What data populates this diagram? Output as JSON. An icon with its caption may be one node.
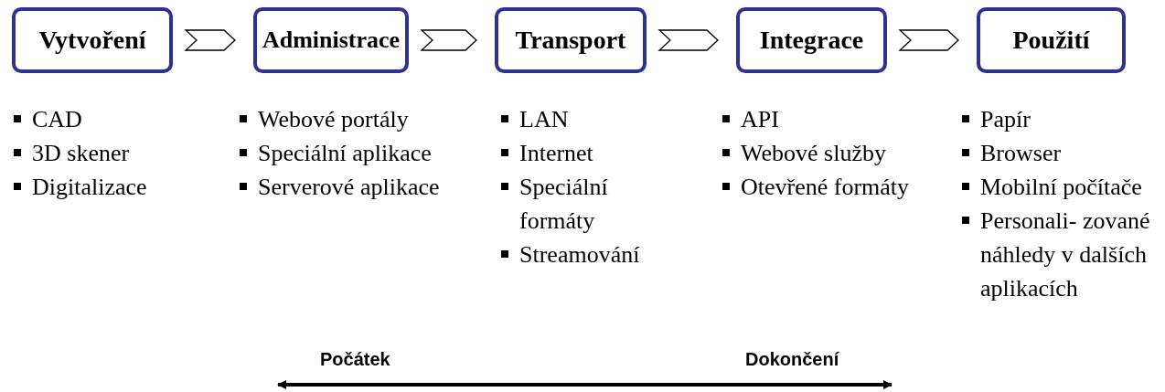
{
  "diagram": {
    "nodes": [
      {
        "text": [
          "Vytvoření"
        ],
        "beside": [
          "CAD",
          "3D skener",
          "Digitalizace"
        ]
      },
      {
        "text": [
          "Administrace"
        ],
        "beside": [
          "Webové portály",
          "Speciální aplikace",
          "Serverové aplikace"
        ]
      },
      {
        "text": [
          "Transport"
        ],
        "beside": [
          "LAN",
          "Internet",
          "Speciální formáty",
          "Streamování"
        ]
      },
      {
        "text": [
          "Integrace"
        ],
        "beside": [
          "API",
          "Webové služby",
          "Otevřené formáty"
        ]
      },
      {
        "text": [
          "Použití"
        ],
        "beside": [
          "Papír",
          "Browser",
          "Mobilní počítače",
          "Personali- zované náhledy v dalších aplikacích"
        ]
      }
    ],
    "edges": [
      {
        "from": 0,
        "to": 1,
        "arrow": "to"
      },
      {
        "from": 1,
        "to": 2,
        "arrow": "to"
      },
      {
        "from": 2,
        "to": 3,
        "arrow": "to"
      },
      {
        "from": 3,
        "to": 4,
        "arrow": "to"
      }
    ],
    "labels": [
      "Počátek",
      "Dokončení"
    ]
  }
}
